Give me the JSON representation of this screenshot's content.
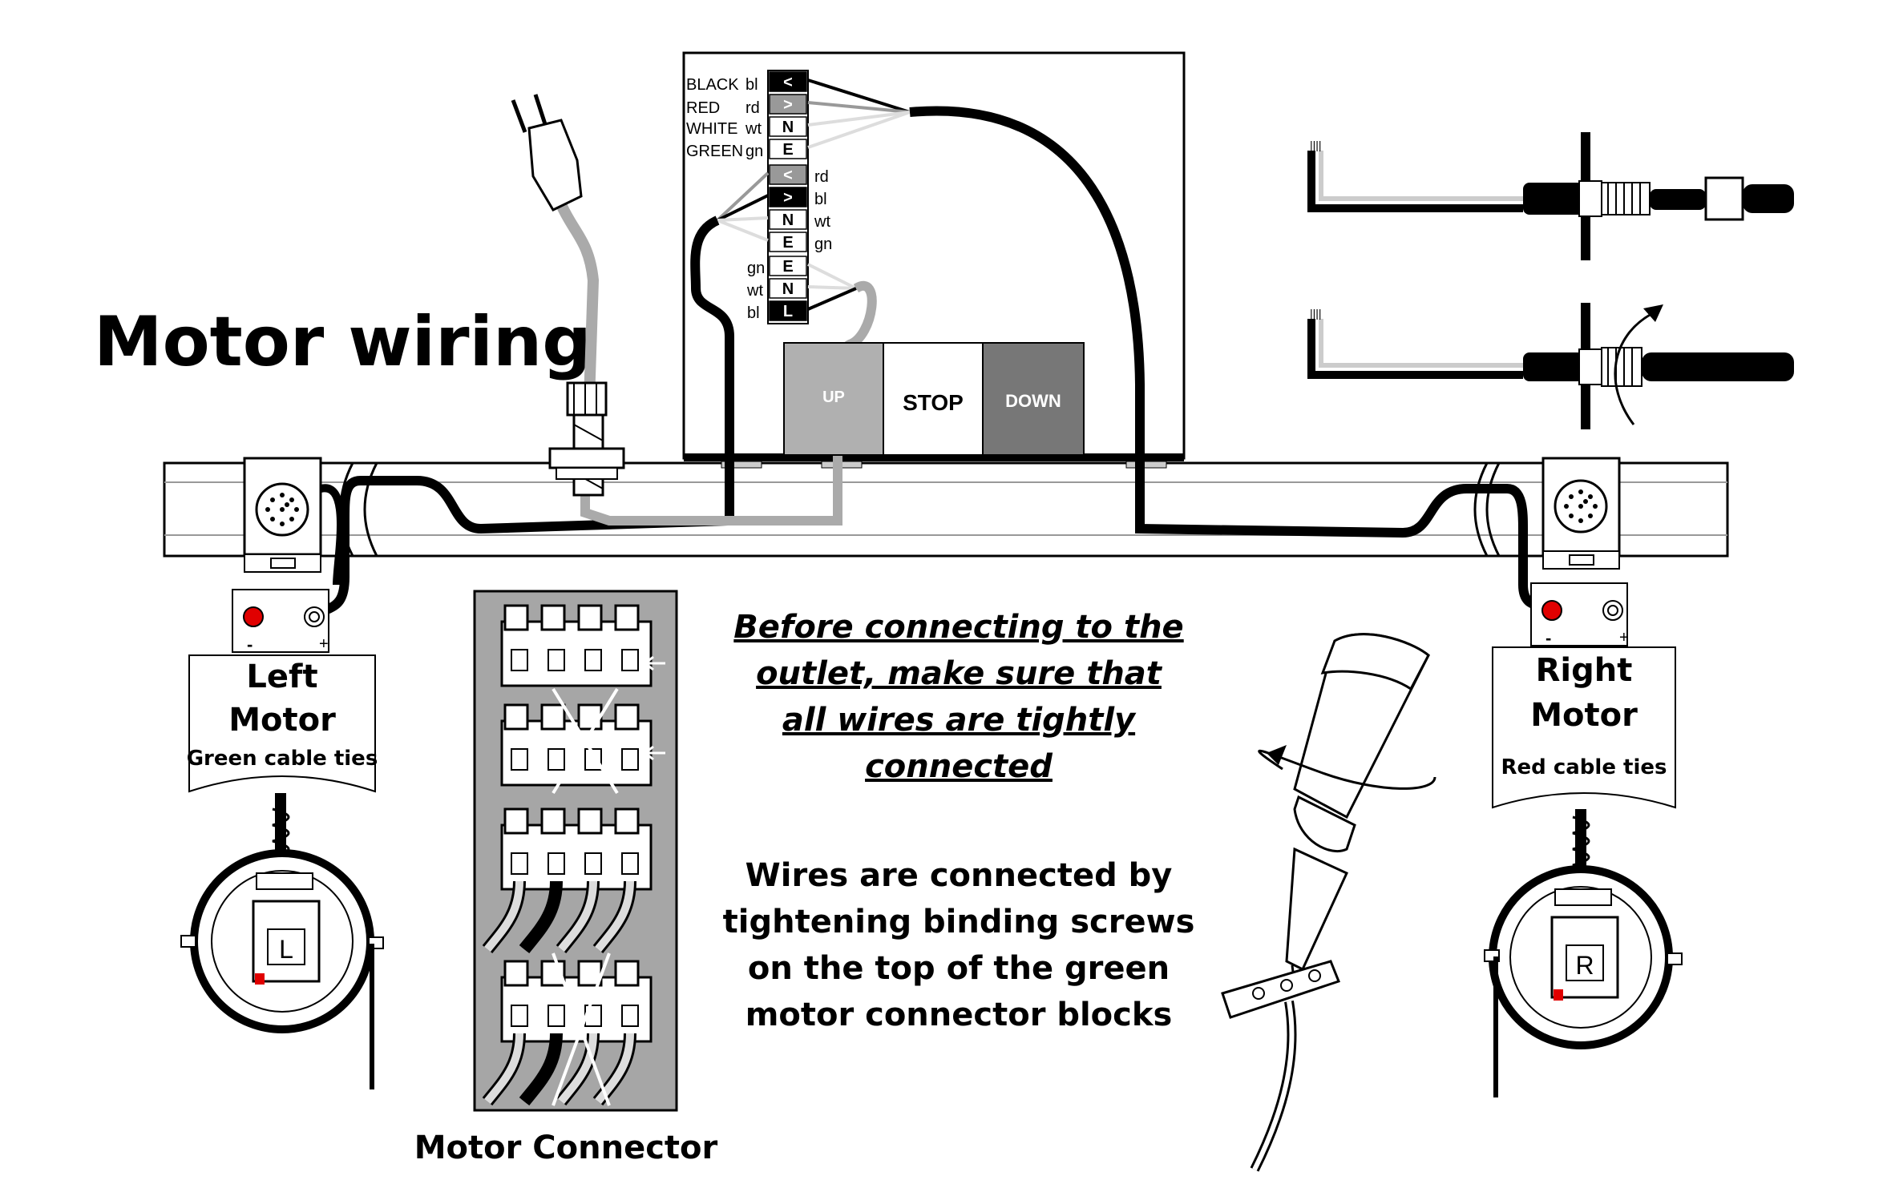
{
  "title": "Motor wiring",
  "control_box": {
    "left_labels": [
      {
        "name": "BLACK",
        "code": "bl"
      },
      {
        "name": "RED",
        "code": "rd"
      },
      {
        "name": "WHITE",
        "code": "wt"
      },
      {
        "name": "GREEN",
        "code": "gn"
      }
    ],
    "terminals": [
      "<",
      ">",
      "N",
      "E",
      "<",
      ">",
      "N",
      "E",
      "E",
      "N",
      "L"
    ],
    "right_codes": [
      "rd",
      "bl",
      "wt",
      "gn"
    ],
    "lower_left_codes": [
      "gn",
      "wt",
      "bl"
    ],
    "buttons": {
      "up": "UP",
      "stop": "STOP",
      "down": "DOWN"
    }
  },
  "left_motor": {
    "line1": "Left",
    "line2": "Motor",
    "ties": "Green cable ties",
    "badge": "L"
  },
  "right_motor": {
    "line1": "Right",
    "line2": "Motor",
    "ties": "Red cable ties",
    "badge": "R"
  },
  "polarity": {
    "minus": "-",
    "plus": "+"
  },
  "connector_caption": "Motor Connector",
  "warning_lines": [
    "Before connecting to the",
    "outlet, make sure that",
    "all wires are tightly",
    "connected"
  ],
  "info_lines": [
    "Wires are connected by",
    "tightening binding screws",
    "on the top of the green",
    "motor connector blocks"
  ],
  "colors": {
    "black": "#000000",
    "red_wire": "#aaaaaa",
    "white_wire": "#dddddd",
    "up_button": "#b0b0b0",
    "down_button": "#777777",
    "connector_panel": "#a6a6a6",
    "indicator_red": "#e00000"
  }
}
